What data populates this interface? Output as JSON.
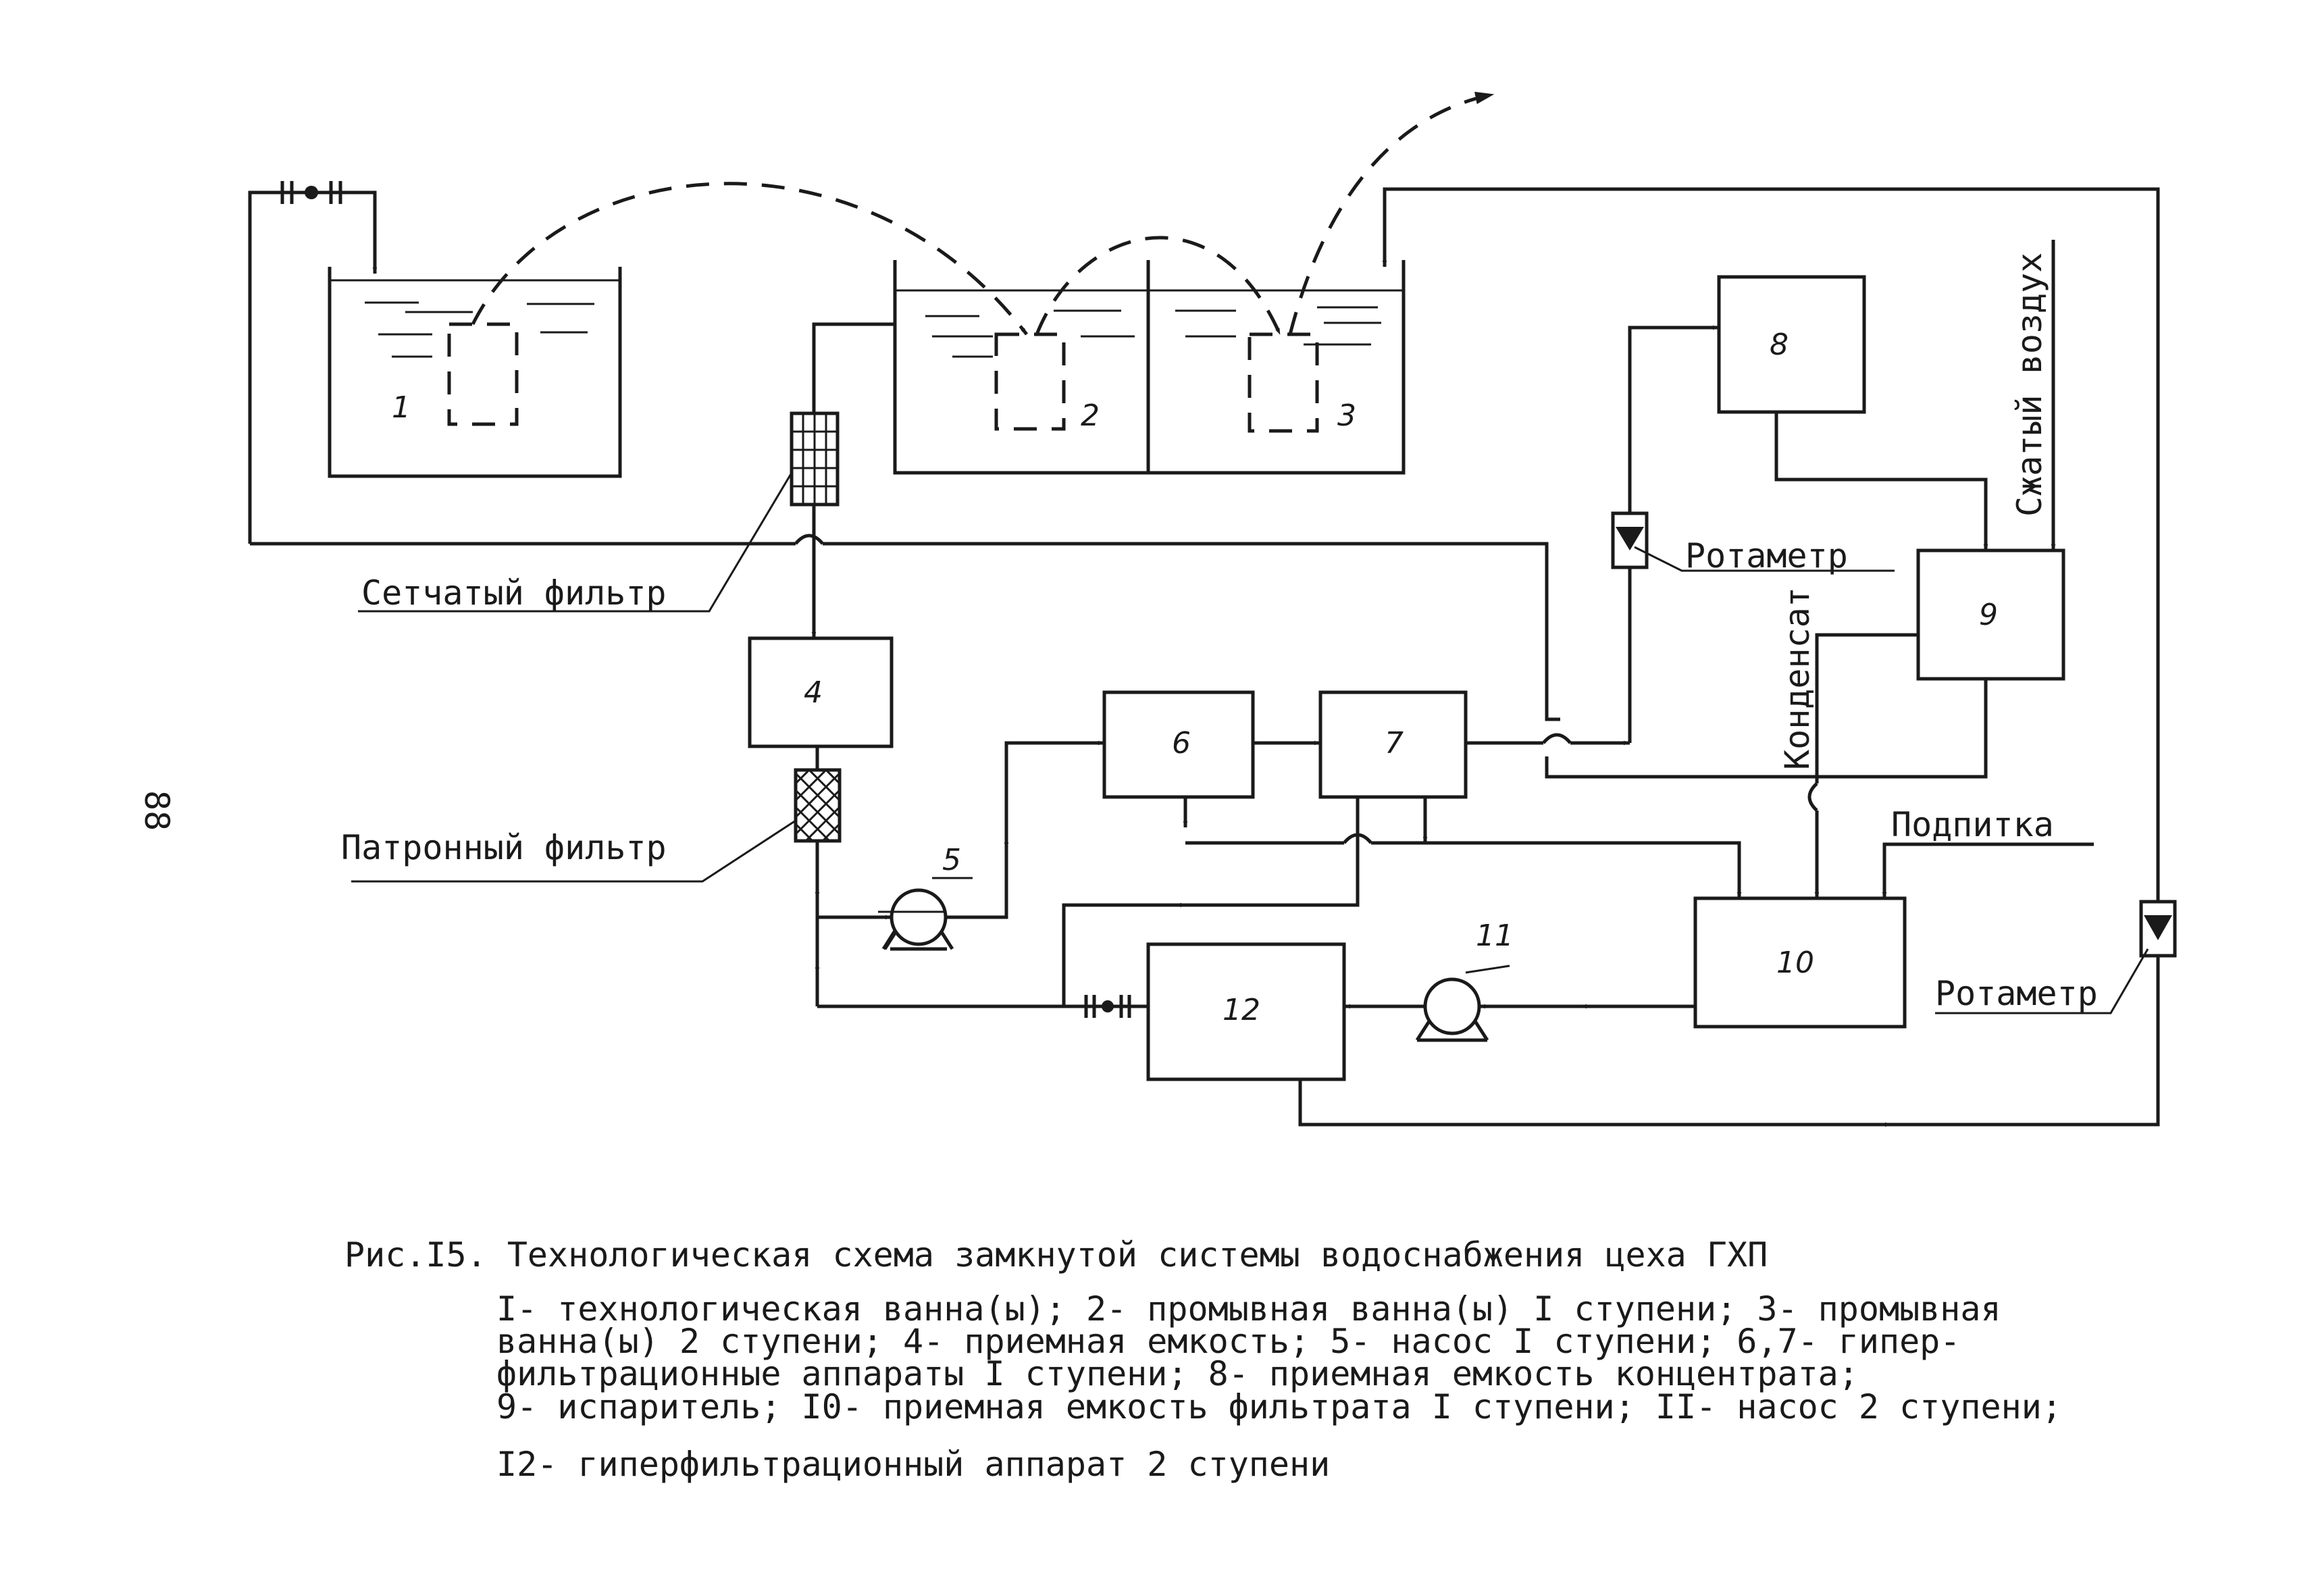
{
  "page_number": "88",
  "units": {
    "u1": "1",
    "u2": "2",
    "u3": "3",
    "u4": "4",
    "u5": "5",
    "u6": "6",
    "u7": "7",
    "u8": "8",
    "u9": "9",
    "u10": "10",
    "u11": "11",
    "u12": "12"
  },
  "labels": {
    "mesh_filter": "Сетчатый фильтр",
    "cartridge_filter": "Патронный фильтр",
    "rotameter_1": "Ротаметр",
    "rotameter_2": "Ротаметр",
    "compressed_air": "Сжатый воздух",
    "condensate": "Конденсат",
    "makeup": "Подпитка"
  },
  "caption": {
    "title": "Рис.I5. Технологическая схема замкнутой системы водоснабжения цеха ГХП",
    "lines": [
      "I- технологическая ванна(ы); 2- промывная ванна(ы) I ступени; 3- промывная",
      "ванна(ы) 2  ступени; 4- приемная емкость; 5- насос I ступени; 6,7- гипер-",
      "фильтрационные аппараты I ступени; 8- приемная емкость концентрата;",
      "9- испаритель; I0- приемная емкость фильтрата I ступени; II- насос 2 ступени;",
      "I2- гиперфильтрационный аппарат 2 ступени"
    ]
  }
}
